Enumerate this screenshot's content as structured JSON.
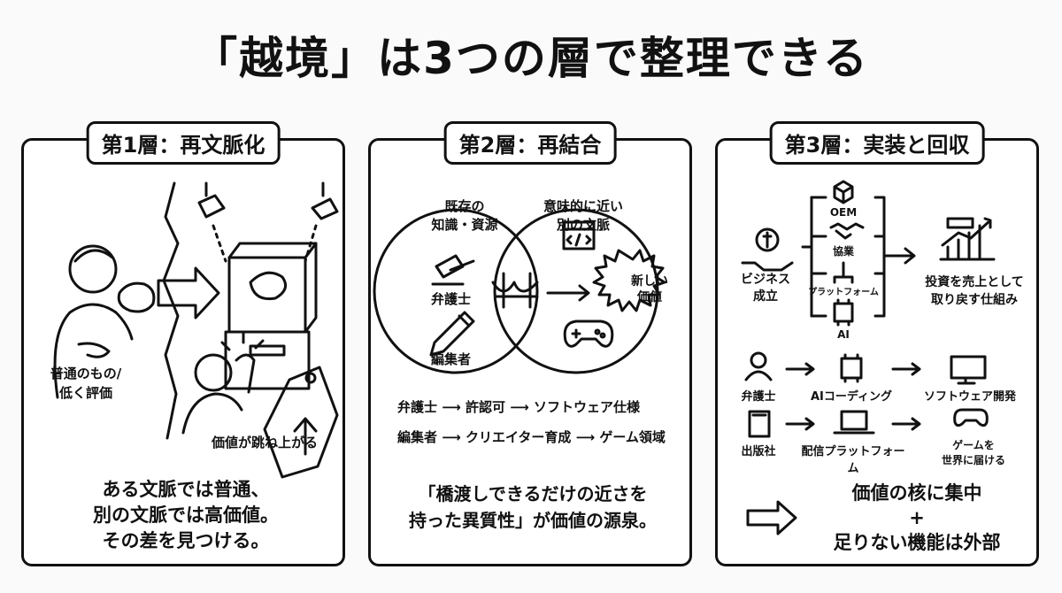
{
  "title": "「越境」は3つの層で整理できる",
  "panels": [
    {
      "tag": "第1層：再文脈化",
      "label_left": [
        "普通のもの/",
        "低く評価"
      ],
      "label_right": "価値が跳ね上がる",
      "summary": [
        "ある文脈では普通、",
        "別の文脈では高価値。",
        "その差を見つける。"
      ]
    },
    {
      "tag": "第2層：再結合",
      "circle_left": [
        "既存の",
        "知識・資源"
      ],
      "circle_right": [
        "意味的に近い",
        "別の文脈"
      ],
      "role_1": "弁護士",
      "role_2": "編集者",
      "new_value": [
        "新しい",
        "価値"
      ],
      "flow_1": [
        "弁護士",
        "許認可",
        "ソフトウェア仕様"
      ],
      "flow_2": [
        "編集者",
        "クリエイター育成",
        "ゲーム領域"
      ],
      "summary": [
        "「橋渡しできるだけの近さを",
        "持った異質性」が価値の源泉。"
      ]
    },
    {
      "tag": "第3層：実装と回収",
      "business": [
        "ビジネス",
        "成立"
      ],
      "branches": [
        "OEM",
        "協業",
        "プラットフォーム",
        "AI"
      ],
      "outcome": [
        "投資を売上として",
        "取り戻す仕組み"
      ],
      "example_1": [
        "弁護士",
        "AIコーディング",
        "ソフトウェア開発"
      ],
      "example_2": [
        "出版社",
        "配信プラットフォーム",
        [
          "ゲームを",
          "世界に届ける"
        ]
      ],
      "summary": [
        "価値の核に集中",
        "+",
        "足りない機能は外部"
      ]
    }
  ]
}
